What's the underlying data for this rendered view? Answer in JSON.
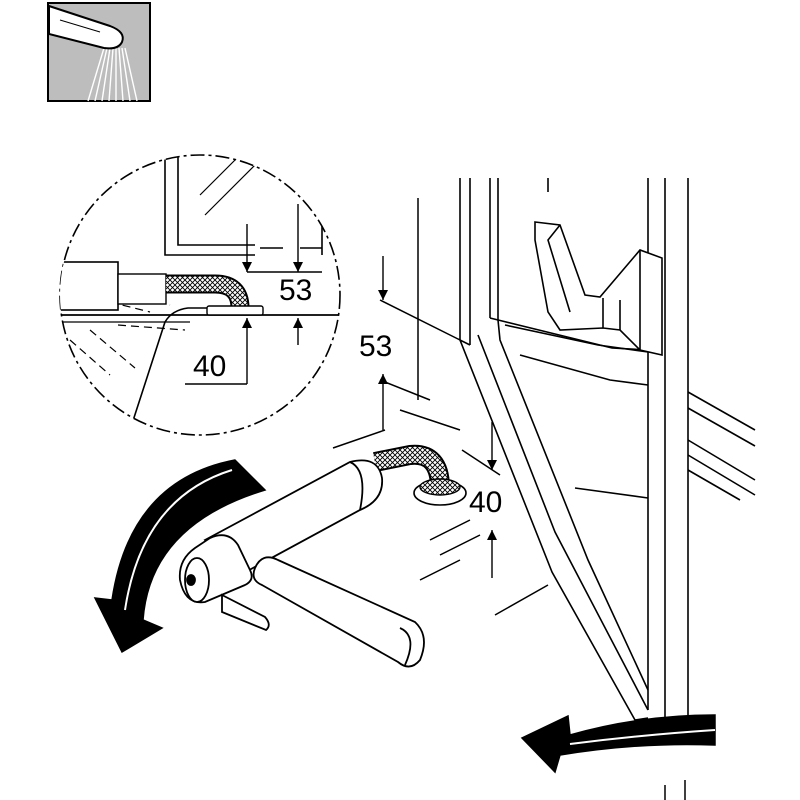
{
  "diagram": {
    "dimensions": {
      "detail_upper": "53",
      "detail_lower": "40",
      "main_upper": "53",
      "main_lower": "40"
    },
    "icon_name": "spray-mode-icon",
    "colors": {
      "line": "#000000",
      "fill": "#ffffff",
      "shade": "#bdbdbd"
    }
  }
}
